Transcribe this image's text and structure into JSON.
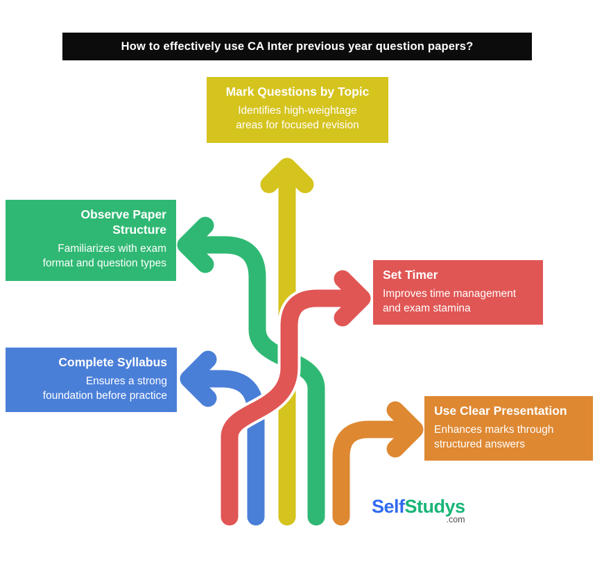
{
  "title_bar": {
    "label": "How to effectively use CA Inter previous year question papers?",
    "bg": "#0c0c0c",
    "fg": "#ffffff"
  },
  "boxes": [
    {
      "key": "mark-questions-by-topic",
      "title": "Mark Questions by Topic",
      "body": "Identifies high-weightage\nareas for focused revision",
      "color": "#d5c31e",
      "text_align": "center"
    },
    {
      "key": "observe-paper-structure",
      "title": "Observe Paper\nStructure",
      "body": "Familiarizes with exam\nformat and question types",
      "color": "#2fb873",
      "text_align": "right"
    },
    {
      "key": "set-timer",
      "title": "Set Timer",
      "body": "Improves time management\nand exam stamina",
      "color": "#e05654",
      "text_align": "left"
    },
    {
      "key": "complete-syllabus",
      "title": "Complete Syllabus",
      "body": "Ensures a strong\nfoundation before practice",
      "color": "#4a7fd8",
      "text_align": "right"
    },
    {
      "key": "use-clear-presentation",
      "title": "Use Clear Presentation",
      "body": "Enhances marks through\nstructured answers",
      "color": "#de8832",
      "text_align": "left"
    }
  ],
  "arrows": {
    "yellow": {
      "points_to": "mark-questions-by-topic",
      "direction": "up",
      "color": "#d5c31e"
    },
    "green": {
      "points_to": "observe-paper-structure",
      "direction": "left",
      "color": "#2fb873"
    },
    "red": {
      "points_to": "set-timer",
      "direction": "right",
      "color": "#e05654"
    },
    "blue": {
      "points_to": "complete-syllabus",
      "direction": "left",
      "color": "#4a7fd8"
    },
    "orange": {
      "points_to": "use-clear-presentation",
      "direction": "right",
      "color": "#de8832"
    }
  },
  "logo": {
    "part1": "Self",
    "part2": "Studys",
    "suffix": ".com",
    "part1_color": "#2f6af0",
    "part2_color": "#19b576",
    "suffix_color": "#4d4d4d"
  }
}
